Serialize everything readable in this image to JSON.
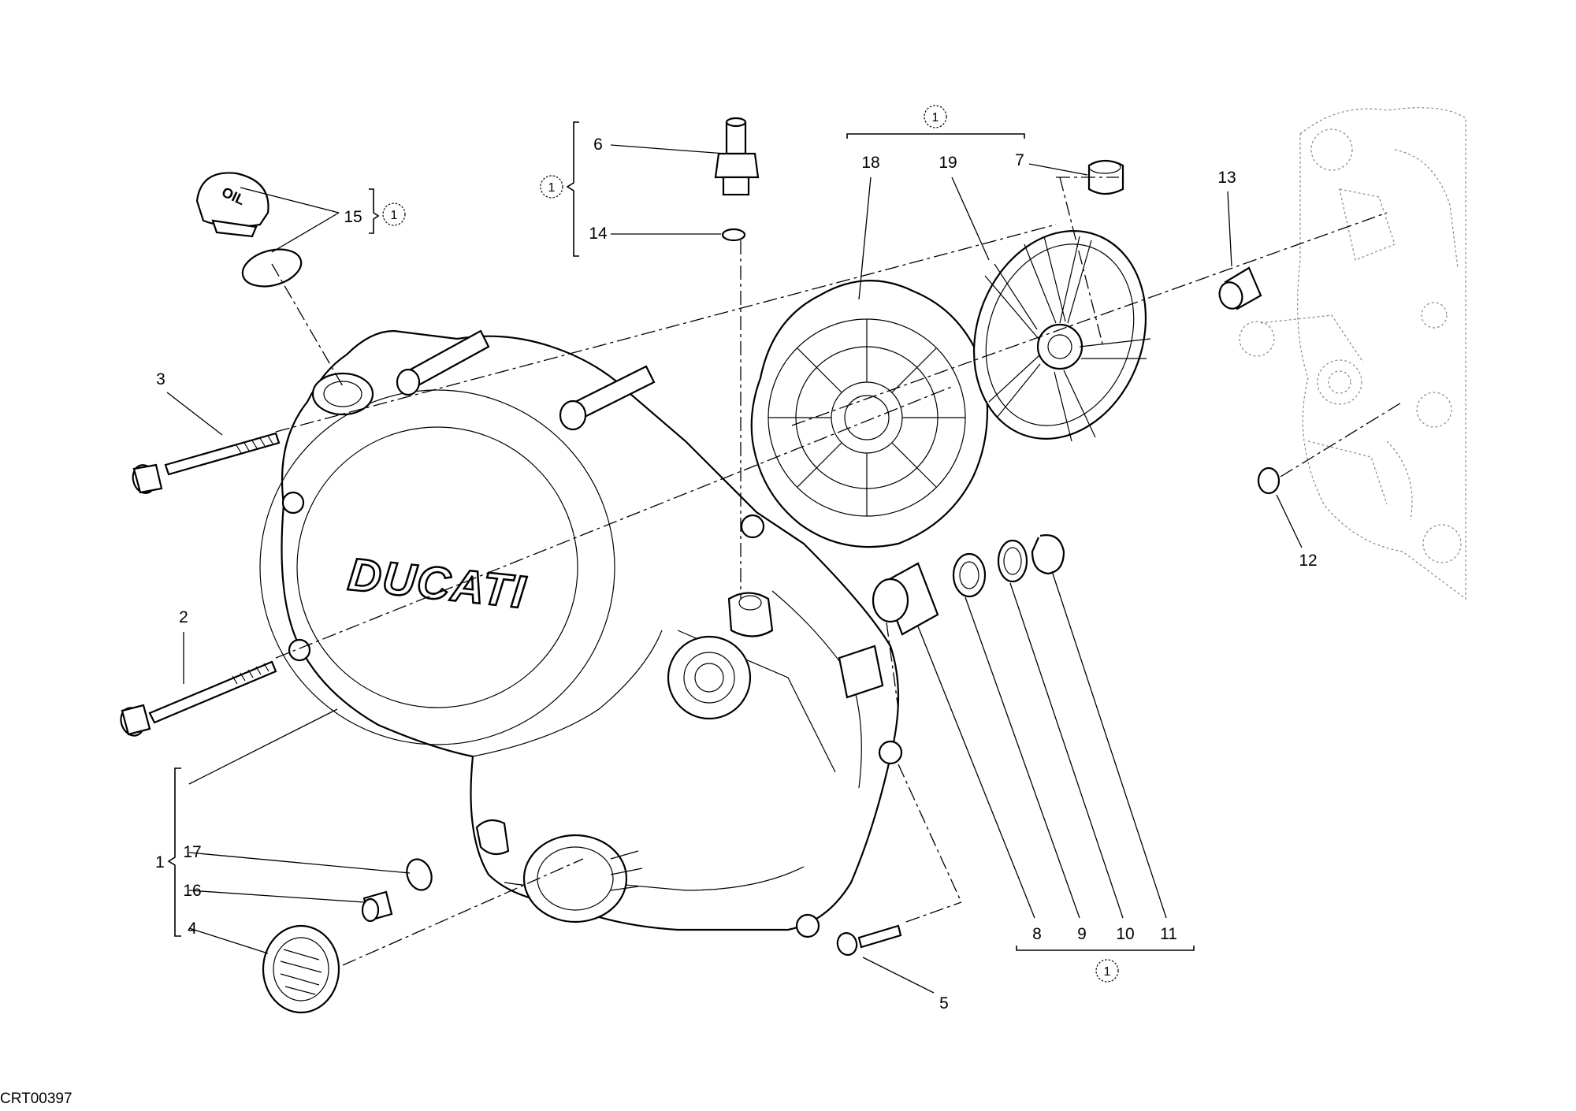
{
  "drawing_code": "CRT00397",
  "brand_text": "DUCATI",
  "oil_cap_text": "OIL",
  "kit_symbol": "1",
  "callouts": [
    {
      "id": "1",
      "label": "1"
    },
    {
      "id": "2",
      "label": "2"
    },
    {
      "id": "3",
      "label": "3"
    },
    {
      "id": "4",
      "label": "4"
    },
    {
      "id": "5",
      "label": "5"
    },
    {
      "id": "6",
      "label": "6"
    },
    {
      "id": "7",
      "label": "7"
    },
    {
      "id": "8",
      "label": "8"
    },
    {
      "id": "9",
      "label": "9"
    },
    {
      "id": "10",
      "label": "10"
    },
    {
      "id": "11",
      "label": "11"
    },
    {
      "id": "12",
      "label": "12"
    },
    {
      "id": "13",
      "label": "13"
    },
    {
      "id": "14",
      "label": "14"
    },
    {
      "id": "15",
      "label": "15"
    },
    {
      "id": "16",
      "label": "16"
    },
    {
      "id": "17",
      "label": "17"
    },
    {
      "id": "18",
      "label": "18"
    },
    {
      "id": "19",
      "label": "19"
    }
  ],
  "colors": {
    "line": "#000000",
    "background": "#ffffff",
    "ghost": "#888888"
  }
}
